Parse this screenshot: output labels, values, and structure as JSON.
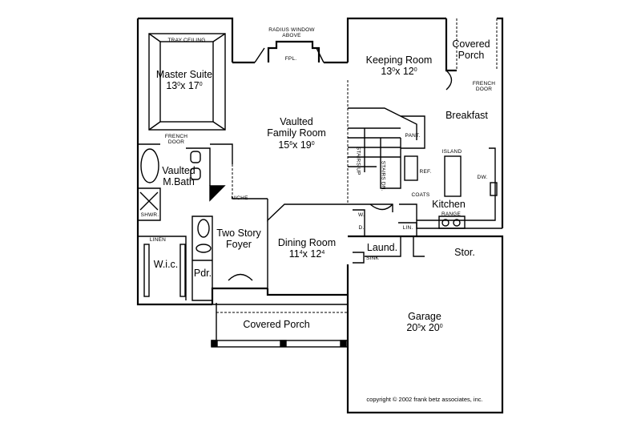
{
  "rooms": [
    {
      "id": "master",
      "name": "Master Suite",
      "w": "13",
      "wi": "0",
      "d": "17",
      "di": "0"
    },
    {
      "id": "family",
      "name1": "Vaulted",
      "name2": "Family Room",
      "w": "15",
      "wi": "6",
      "d": "19",
      "di": "0"
    },
    {
      "id": "keeping",
      "name": "Keeping Room",
      "w": "13",
      "wi": "0",
      "d": "12",
      "di": "0"
    },
    {
      "id": "dining",
      "name": "Dining Room",
      "w": "11",
      "wi": "4",
      "d": "12",
      "di": "4"
    },
    {
      "id": "garage",
      "name": "Garage",
      "w": "20",
      "wi": "5",
      "d": "20",
      "di": "0"
    }
  ],
  "labels": {
    "covered_porch_top1": "Covered",
    "covered_porch_top2": "Porch",
    "breakfast": "Breakfast",
    "vaulted_bath1": "Vaulted",
    "vaulted_bath2": "M.Bath",
    "two_story1": "Two Story",
    "two_story2": "Foyer",
    "wic": "W.i.c.",
    "pdr": "Pdr.",
    "kitchen": "Kitchen",
    "laund": "Laund.",
    "stor": "Stor.",
    "covered_porch_front": "Covered Porch"
  },
  "small_labels": {
    "tray": "TRAY CEILING",
    "radius1": "RADIUS WINDOW",
    "radius2": "ABOVE",
    "fpl": "FPL.",
    "french_door_master1": "FRENCH",
    "french_door_master2": "DOOR",
    "french_door_porch1": "FRENCH",
    "french_door_porch2": "DOOR",
    "niche": "NICHE",
    "shwr": "SHWR.",
    "linen": "LINEN",
    "pant": "PANT.",
    "island": "ISLAND",
    "ref": "REF.",
    "dw": "DW.",
    "coats": "COATS",
    "range": "RANGE",
    "lin": "LIN.",
    "sink": "SINK",
    "w": "W.",
    "d": "D.",
    "stairs_up": "STAIRS UP",
    "stairs_dn": "STAIRS DN."
  },
  "copyright": "copyright © 2002 frank betz associates, inc."
}
